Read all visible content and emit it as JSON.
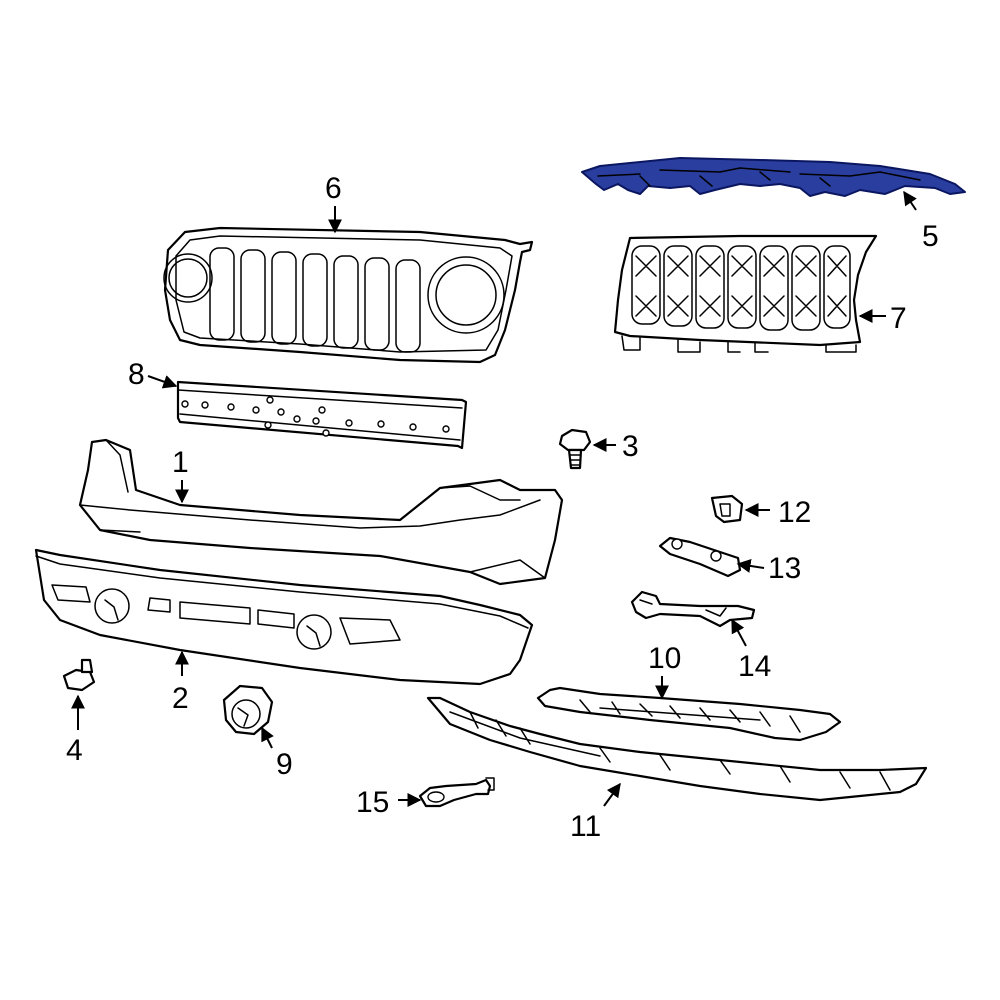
{
  "colors": {
    "highlight": "#2a3ea0",
    "highlight_dark": "#0b1660",
    "line": "#000000",
    "background": "#ffffff"
  },
  "callouts": [
    {
      "id": "1",
      "label": "1"
    },
    {
      "id": "2",
      "label": "2"
    },
    {
      "id": "3",
      "label": "3"
    },
    {
      "id": "4",
      "label": "4"
    },
    {
      "id": "5",
      "label": "5"
    },
    {
      "id": "6",
      "label": "6"
    },
    {
      "id": "7",
      "label": "7"
    },
    {
      "id": "8",
      "label": "8"
    },
    {
      "id": "9",
      "label": "9"
    },
    {
      "id": "10",
      "label": "10"
    },
    {
      "id": "11",
      "label": "11"
    },
    {
      "id": "12",
      "label": "12"
    },
    {
      "id": "13",
      "label": "13"
    },
    {
      "id": "14",
      "label": "14"
    },
    {
      "id": "15",
      "label": "15"
    }
  ],
  "highlighted_part": "5"
}
